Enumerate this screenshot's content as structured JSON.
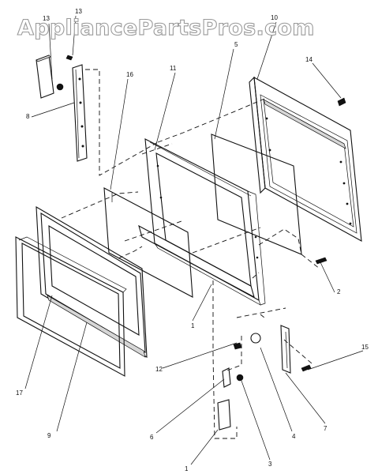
{
  "watermark": "AppliancePartsPros.com",
  "callouts": [
    "13",
    "13",
    "10",
    "5",
    "14",
    "16",
    "11",
    "8",
    "1",
    "2",
    "12",
    "4",
    "15",
    "17",
    "9",
    "6",
    "7",
    "3",
    "1"
  ]
}
